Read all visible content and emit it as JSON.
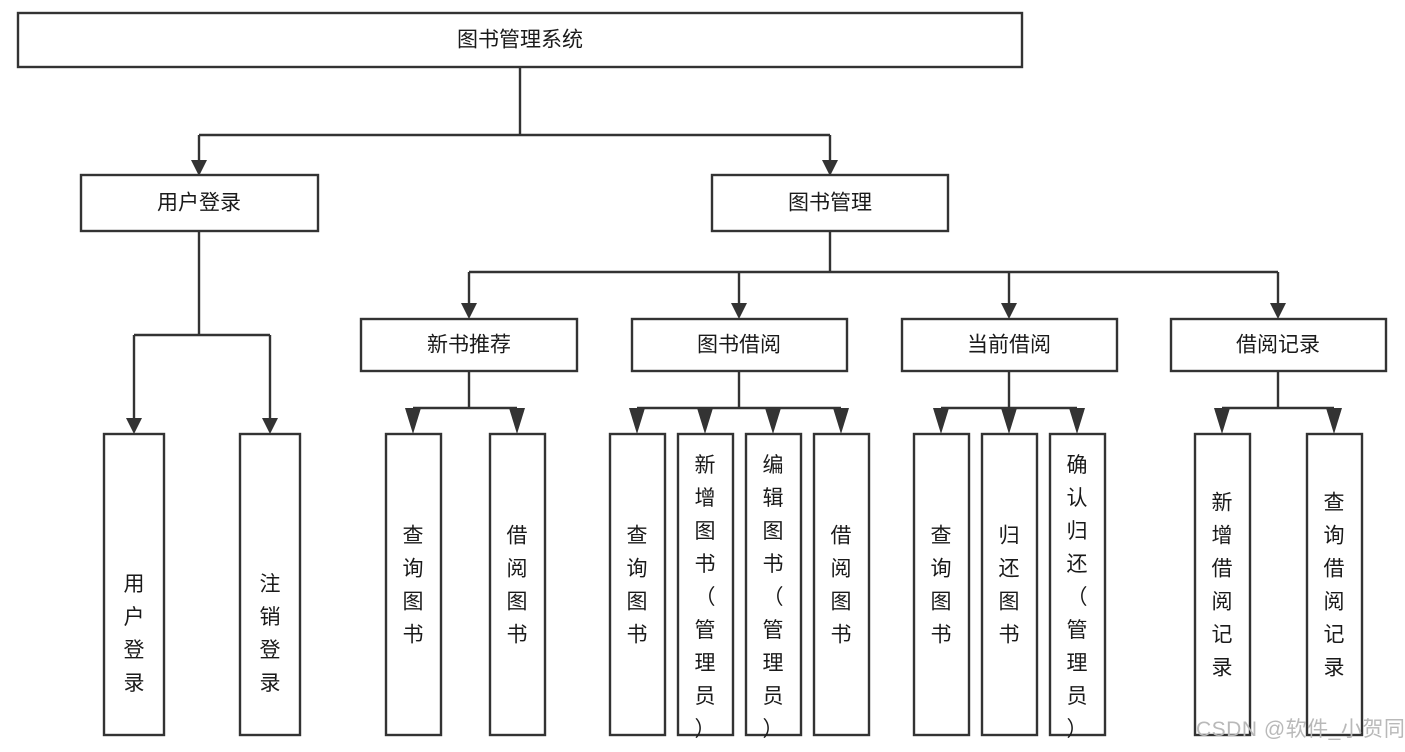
{
  "diagram": {
    "type": "hierarchy-tree",
    "title": "图书管理系统",
    "root": {
      "id": "root",
      "label": "图书管理系统",
      "orientation": "horizontal"
    },
    "level2": [
      {
        "id": "user-login",
        "label": "用户登录",
        "orientation": "horizontal"
      },
      {
        "id": "book-manage",
        "label": "图书管理",
        "orientation": "horizontal"
      }
    ],
    "level3": [
      {
        "id": "new-book-recommend",
        "label": "新书推荐",
        "orientation": "horizontal",
        "parent": "book-manage"
      },
      {
        "id": "book-borrow",
        "label": "图书借阅",
        "orientation": "horizontal",
        "parent": "book-manage"
      },
      {
        "id": "current-borrow",
        "label": "当前借阅",
        "orientation": "horizontal",
        "parent": "book-manage"
      },
      {
        "id": "borrow-record",
        "label": "借阅记录",
        "orientation": "horizontal",
        "parent": "book-manage"
      }
    ],
    "leaves": [
      {
        "id": "leaf-user-login",
        "label": "用户登录",
        "parent": "user-login"
      },
      {
        "id": "leaf-logout-login",
        "label": "注销登录",
        "parent": "user-login"
      },
      {
        "id": "leaf-query-book-1",
        "label": "查询图书",
        "parent": "new-book-recommend"
      },
      {
        "id": "leaf-borrow-book-1",
        "label": "借阅图书",
        "parent": "new-book-recommend"
      },
      {
        "id": "leaf-query-book-2",
        "label": "查询图书",
        "parent": "book-borrow"
      },
      {
        "id": "leaf-add-book",
        "label": "新增图书（管理员）",
        "parent": "book-borrow"
      },
      {
        "id": "leaf-edit-book",
        "label": "编辑图书（管理员）",
        "parent": "book-borrow"
      },
      {
        "id": "leaf-borrow-book-2",
        "label": "借阅图书",
        "parent": "book-borrow"
      },
      {
        "id": "leaf-query-book-3",
        "label": "查询图书",
        "parent": "current-borrow"
      },
      {
        "id": "leaf-return-book",
        "label": "归还图书",
        "parent": "current-borrow"
      },
      {
        "id": "leaf-confirm-return",
        "label": "确认归还（管理员）",
        "parent": "current-borrow"
      },
      {
        "id": "leaf-add-record",
        "label": "新增借阅记录",
        "parent": "borrow-record"
      },
      {
        "id": "leaf-query-record",
        "label": "查询借阅记录",
        "parent": "borrow-record"
      }
    ],
    "colors": {
      "background": "#ffffff",
      "box_fill": "#ffffff",
      "box_stroke": "#333333",
      "text": "#1a1a1a",
      "watermark": "#b9b9b9"
    }
  },
  "watermark": {
    "text": "CSDN @软件_小贺同学"
  }
}
